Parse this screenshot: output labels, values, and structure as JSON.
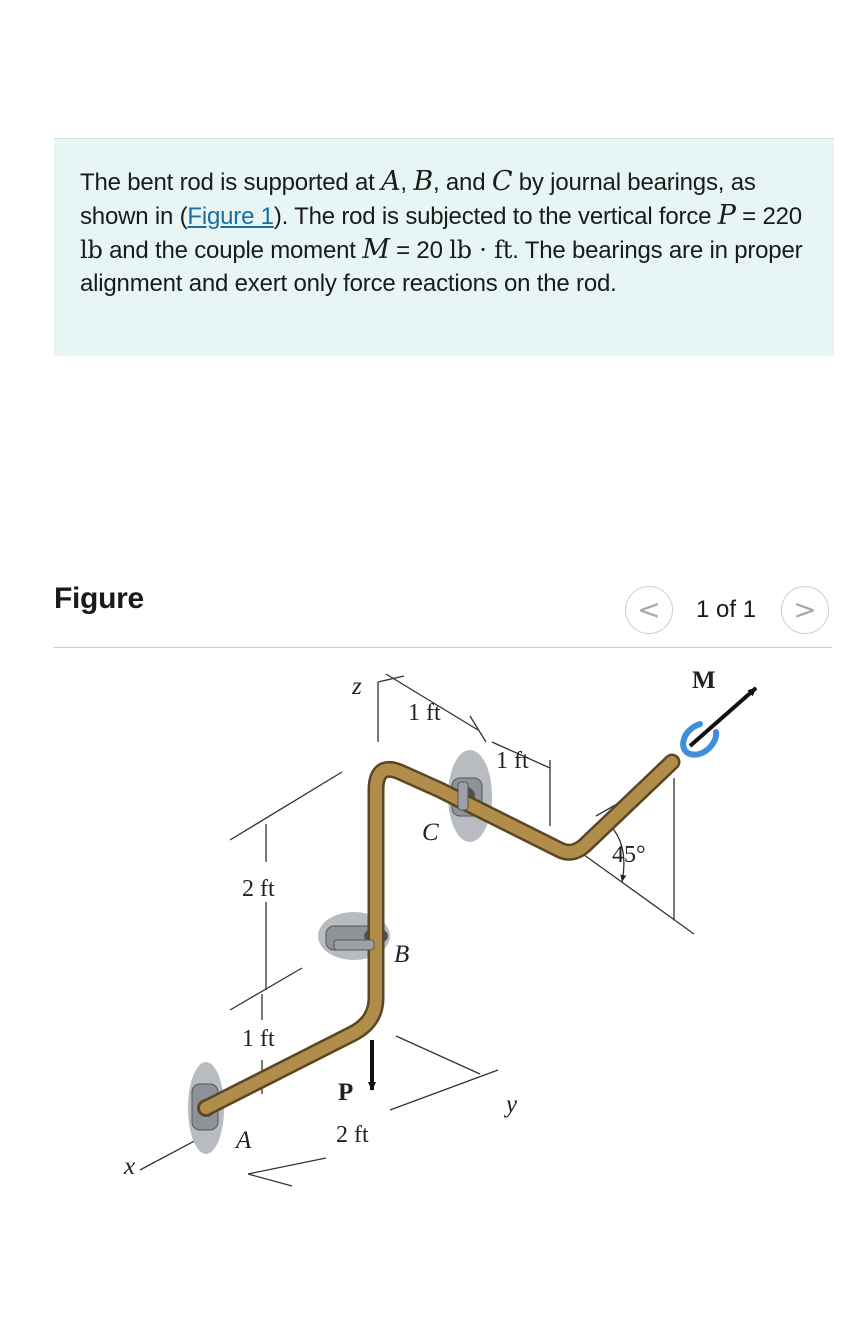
{
  "problem": {
    "t1": "The bent rod is supported at ",
    "var_a": "A",
    "t2": ", ",
    "var_b": "B",
    "t3": ", and ",
    "var_c": "C",
    "t4": " by journal bearings, as shown in (",
    "figure_link": "Figure 1",
    "t5": "). The rod is subjected to the vertical force ",
    "var_p": "P",
    "t6": " = 220 ",
    "unit_lb": "lb",
    "t7": " and the couple moment ",
    "var_m": "M",
    "t8": " = 20 ",
    "unit_lbft": "lb · ft",
    "t9": ". The bearings are in proper alignment and exert only force reactions on the rod."
  },
  "figure_panel": {
    "heading": "Figure",
    "prev_icon": "chevron-left-icon",
    "next_icon": "chevron-right-icon",
    "prev_glyph": "<",
    "next_glyph": ">",
    "count": "1 of 1"
  },
  "diagram": {
    "labels": {
      "z": "z",
      "x": "x",
      "y": "y",
      "a": "A",
      "b": "B",
      "c": "C",
      "p": "P",
      "m": "M",
      "dim_1ft_top": "1 ft",
      "dim_1ft_right": "1 ft",
      "dim_2ft_left": "2 ft",
      "dim_1ft_left": "1 ft",
      "dim_2ft_bottom": "2 ft",
      "angle": "45°"
    },
    "colors": {
      "rod": "#b08d4a",
      "rod_edge": "#5a4622",
      "bearing": "#8f9399",
      "moment_arrow": "#3f8fd8",
      "text_link": "#1a6ea0",
      "box_background": "#e8f5f5"
    }
  }
}
